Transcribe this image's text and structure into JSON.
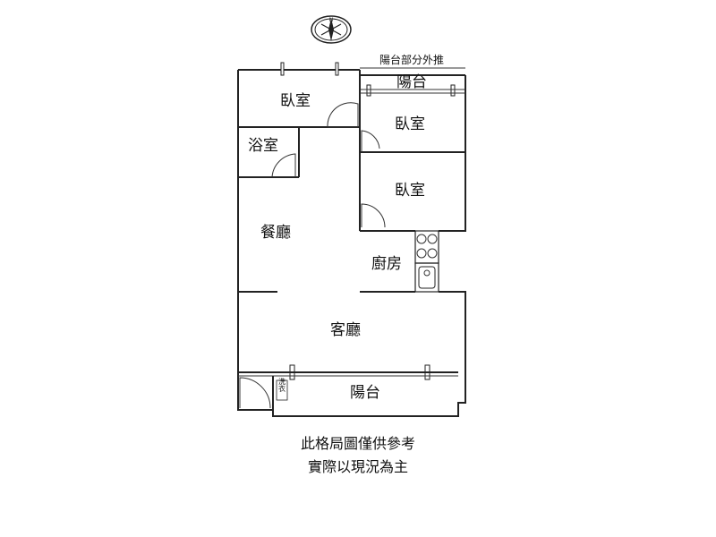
{
  "compass": {
    "letter": "N",
    "icon": "compass-icon"
  },
  "notes": {
    "balcony_extension": "陽台部分外推"
  },
  "rooms": {
    "bedroom_main": "臥室",
    "bedroom_2": "臥室",
    "bedroom_3": "臥室",
    "bathroom": "浴室",
    "dining": "餐廳",
    "kitchen": "廚房",
    "living": "客廳",
    "balcony_top": "陽台",
    "balcony_bottom": "陽台",
    "laundry": "洗衣"
  },
  "disclaimer": {
    "line1": "此格局圖僅供參考",
    "line2": "實際以現況為主"
  }
}
